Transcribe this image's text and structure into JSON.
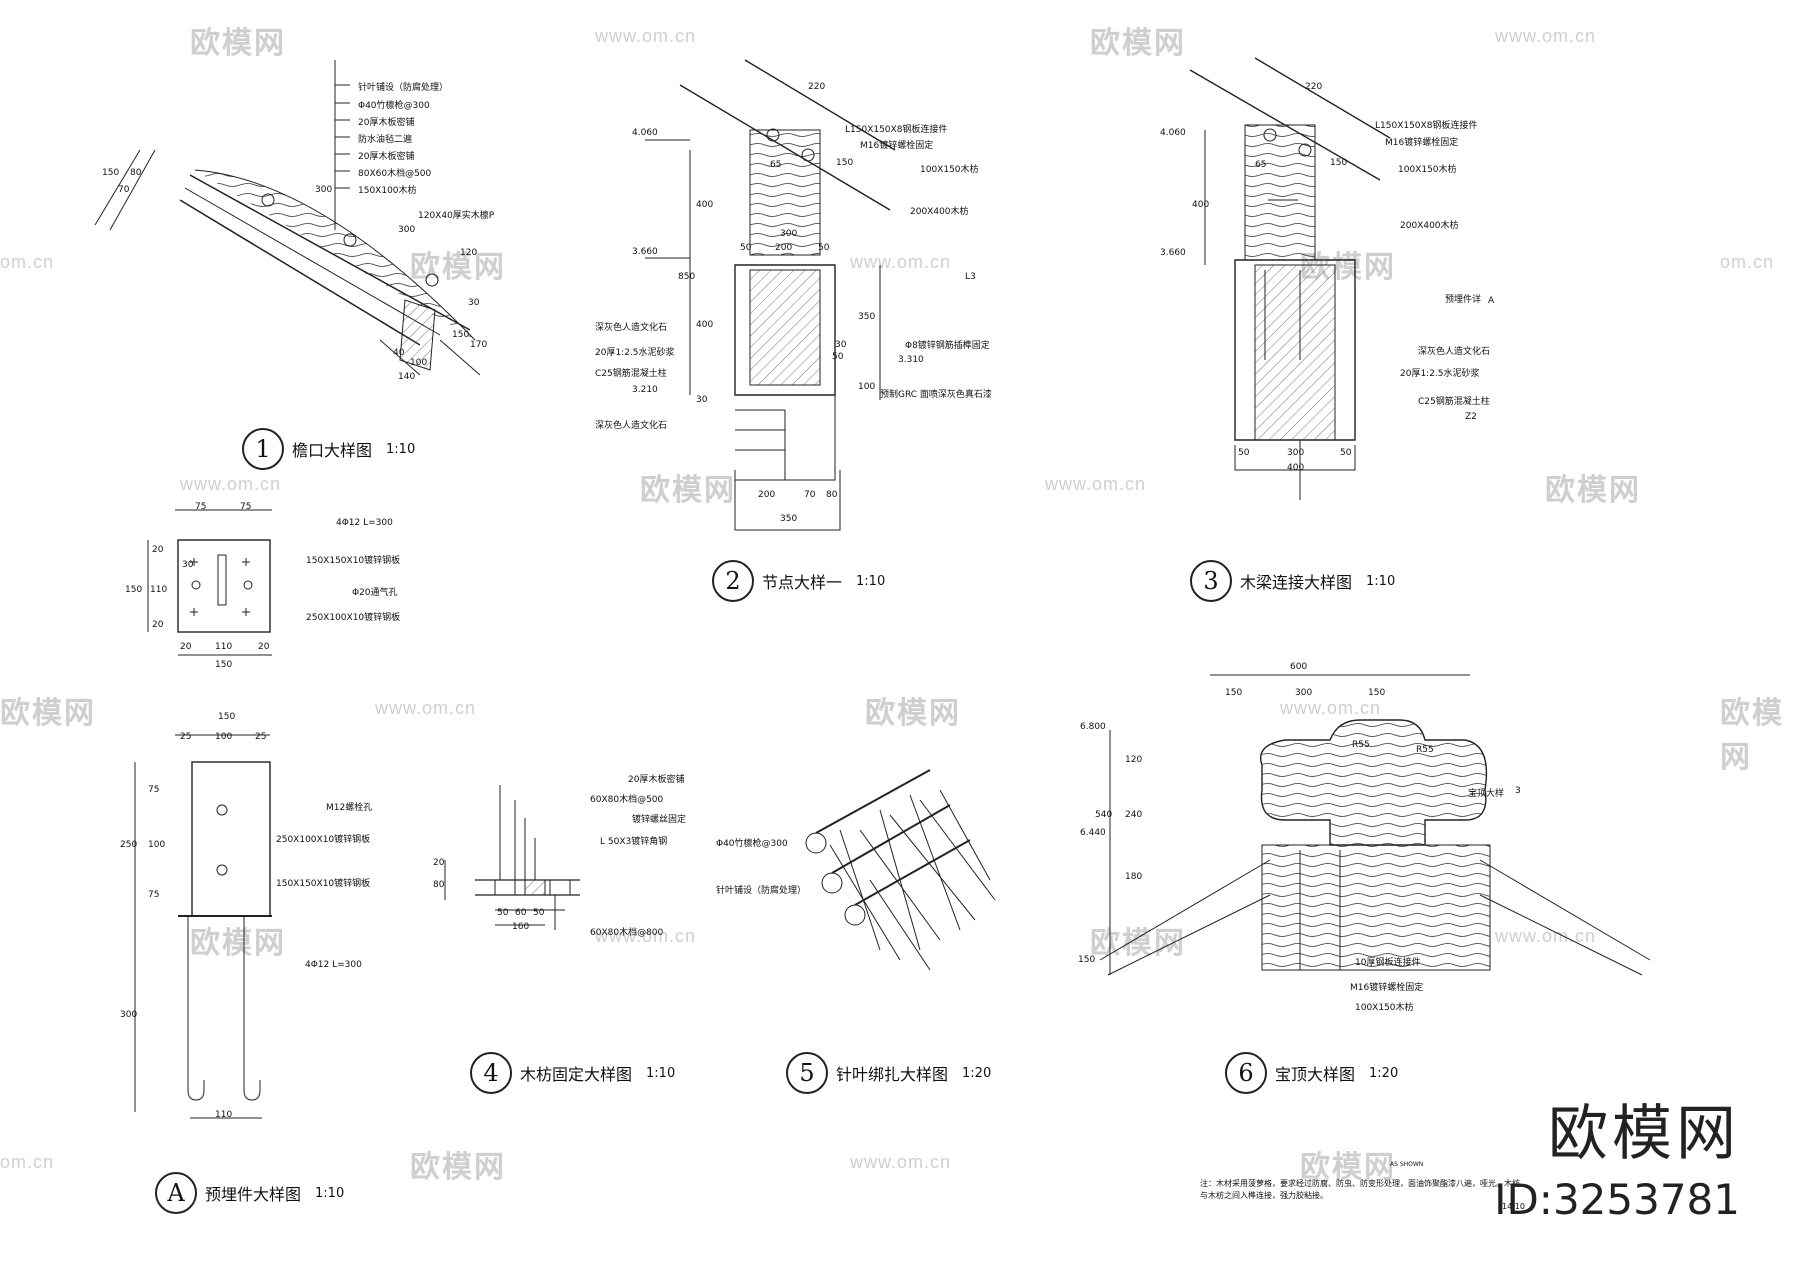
{
  "watermarks": {
    "brand": "欧模网",
    "url": "www.om.cn",
    "url_short": "om.cn"
  },
  "sheet_brand": {
    "name": "欧模网",
    "id": "ID:3253781"
  },
  "details": {
    "d1": {
      "number": "1",
      "name": "檐口大样图",
      "scale": "1:10",
      "labels": [
        "针叶铺设（防腐处理）",
        "Φ40竹檩枪@300",
        "20厚木板密铺",
        "防水油毡二遍",
        "20厚木板密铺",
        "80X60木档@500",
        "150X100木枋",
        "120X40厚实木檩P"
      ],
      "dims": [
        "150",
        "70",
        "80",
        "300",
        "300",
        "120",
        "30",
        "150",
        "170",
        "40",
        "100",
        "140"
      ]
    },
    "d2": {
      "number": "2",
      "name": "节点大样一",
      "scale": "1:10",
      "labels": [
        "L150X150X8钢板连接件",
        "M16镀锌螺栓固定",
        "100X150木枋",
        "200X400木枋",
        "L3",
        "深灰色人造文化石",
        "20厚1:2.5水泥砂浆",
        "C25钢筋混凝土柱",
        "Φ8镀锌钢筋插榫固定",
        "预制GRC 面喷深灰色真石漆",
        "深灰色人造文化石"
      ],
      "levels": [
        "4.060",
        "3.660",
        "3.310",
        "3.210"
      ],
      "dims": [
        "220",
        "150",
        "400",
        "850",
        "400",
        "30",
        "300",
        "50",
        "200",
        "50",
        "350",
        "30",
        "50",
        "100",
        "200",
        "70",
        "80",
        "350",
        "65"
      ]
    },
    "d3": {
      "number": "3",
      "name": "木梁连接大样图",
      "scale": "1:10",
      "labels": [
        "L150X150X8钢板连接件",
        "M16镀锌螺栓固定",
        "100X150木枋",
        "200X400木枋",
        "预埋件详",
        "深灰色人造文化石",
        "20厚1:2.5水泥砂浆",
        "C25钢筋混凝土柱",
        "Z2"
      ],
      "levels": [
        "4.060",
        "3.660"
      ],
      "dims": [
        "220",
        "150",
        "400",
        "50",
        "300",
        "50",
        "400",
        "65"
      ],
      "ref": "A"
    },
    "dA": {
      "number": "A",
      "name": "预埋件大样图",
      "scale": "1:10",
      "labels": [
        "4Φ12 L=300",
        "150X150X10镀锌钢板",
        "Φ20通气孔",
        "250X100X10镀锌钢板",
        "M12螺栓孔",
        "250X100X10镀锌钢板",
        "150X150X10镀锌钢板",
        "4Φ12 L=300"
      ],
      "dims": [
        "75",
        "75",
        "20",
        "30",
        "150",
        "110",
        "20",
        "20",
        "110",
        "20",
        "150",
        "150",
        "25",
        "100",
        "25",
        "75",
        "250",
        "100",
        "75",
        "300",
        "110"
      ]
    },
    "d4": {
      "number": "4",
      "name": "木枋固定大样图",
      "scale": "1:10",
      "labels": [
        "20厚木板密铺",
        "60X80木档@500",
        "镀锌螺丝固定",
        "L 50X3镀锌角钢",
        "60X80木档@800"
      ],
      "dims": [
        "20",
        "80",
        "50",
        "60",
        "50",
        "160"
      ]
    },
    "d5": {
      "number": "5",
      "name": "针叶绑扎大样图",
      "scale": "1:20",
      "labels": [
        "Φ40竹檩枪@300",
        "针叶铺设（防腐处理）"
      ]
    },
    "d6": {
      "number": "6",
      "name": "宝顶大样图",
      "scale": "1:20",
      "labels": [
        "宝顶大样",
        "10厚钢板连接件",
        "M16镀锌螺栓固定",
        "100X150木枋"
      ],
      "levels": [
        "6.800",
        "6.440"
      ],
      "dims": [
        "600",
        "150",
        "300",
        "150",
        "R55",
        "R55",
        "120",
        "540",
        "240",
        "180",
        "150"
      ],
      "ref": "3"
    }
  },
  "notes": {
    "as_shown": "AS SHOWN",
    "text": "注：木材采用菠萝格，要求经过防腐、防虫、防变形处理，面油饰聚酯漆八遍，哑光。木枋与木枋之间入榫连接，强力胶粘接。",
    "date_ref": "14.10"
  }
}
